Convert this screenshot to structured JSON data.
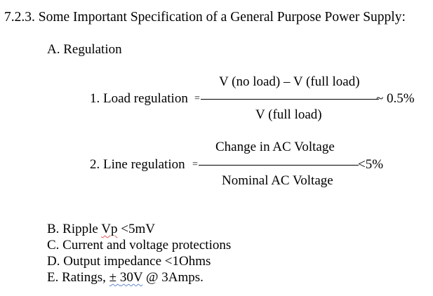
{
  "heading": "7.2.3. Some Important Specification of a General Purpose Power Supply:",
  "section_a": "A.  Regulation",
  "load_regulation": {
    "label": "1. Load regulation",
    "numerator": "V (no load) – V (full load)",
    "denominator": "V (full load)",
    "result": "~ 0.5%"
  },
  "line_regulation": {
    "label": "2. Line regulation",
    "numerator": "Change in AC Voltage",
    "denominator": "Nominal AC Voltage",
    "result": "<5%"
  },
  "items": {
    "b_prefix": "B. Ripple ",
    "b_var": "Vp",
    "b_suffix": " <5mV",
    "c": "C. Current and voltage protections",
    "d": "D. Output impedance <1Ohms",
    "e_prefix": "E. Ratings, ",
    "e_pm": "± ",
    "e_volt": "30V",
    "e_suffix": " @ 3Amps."
  }
}
